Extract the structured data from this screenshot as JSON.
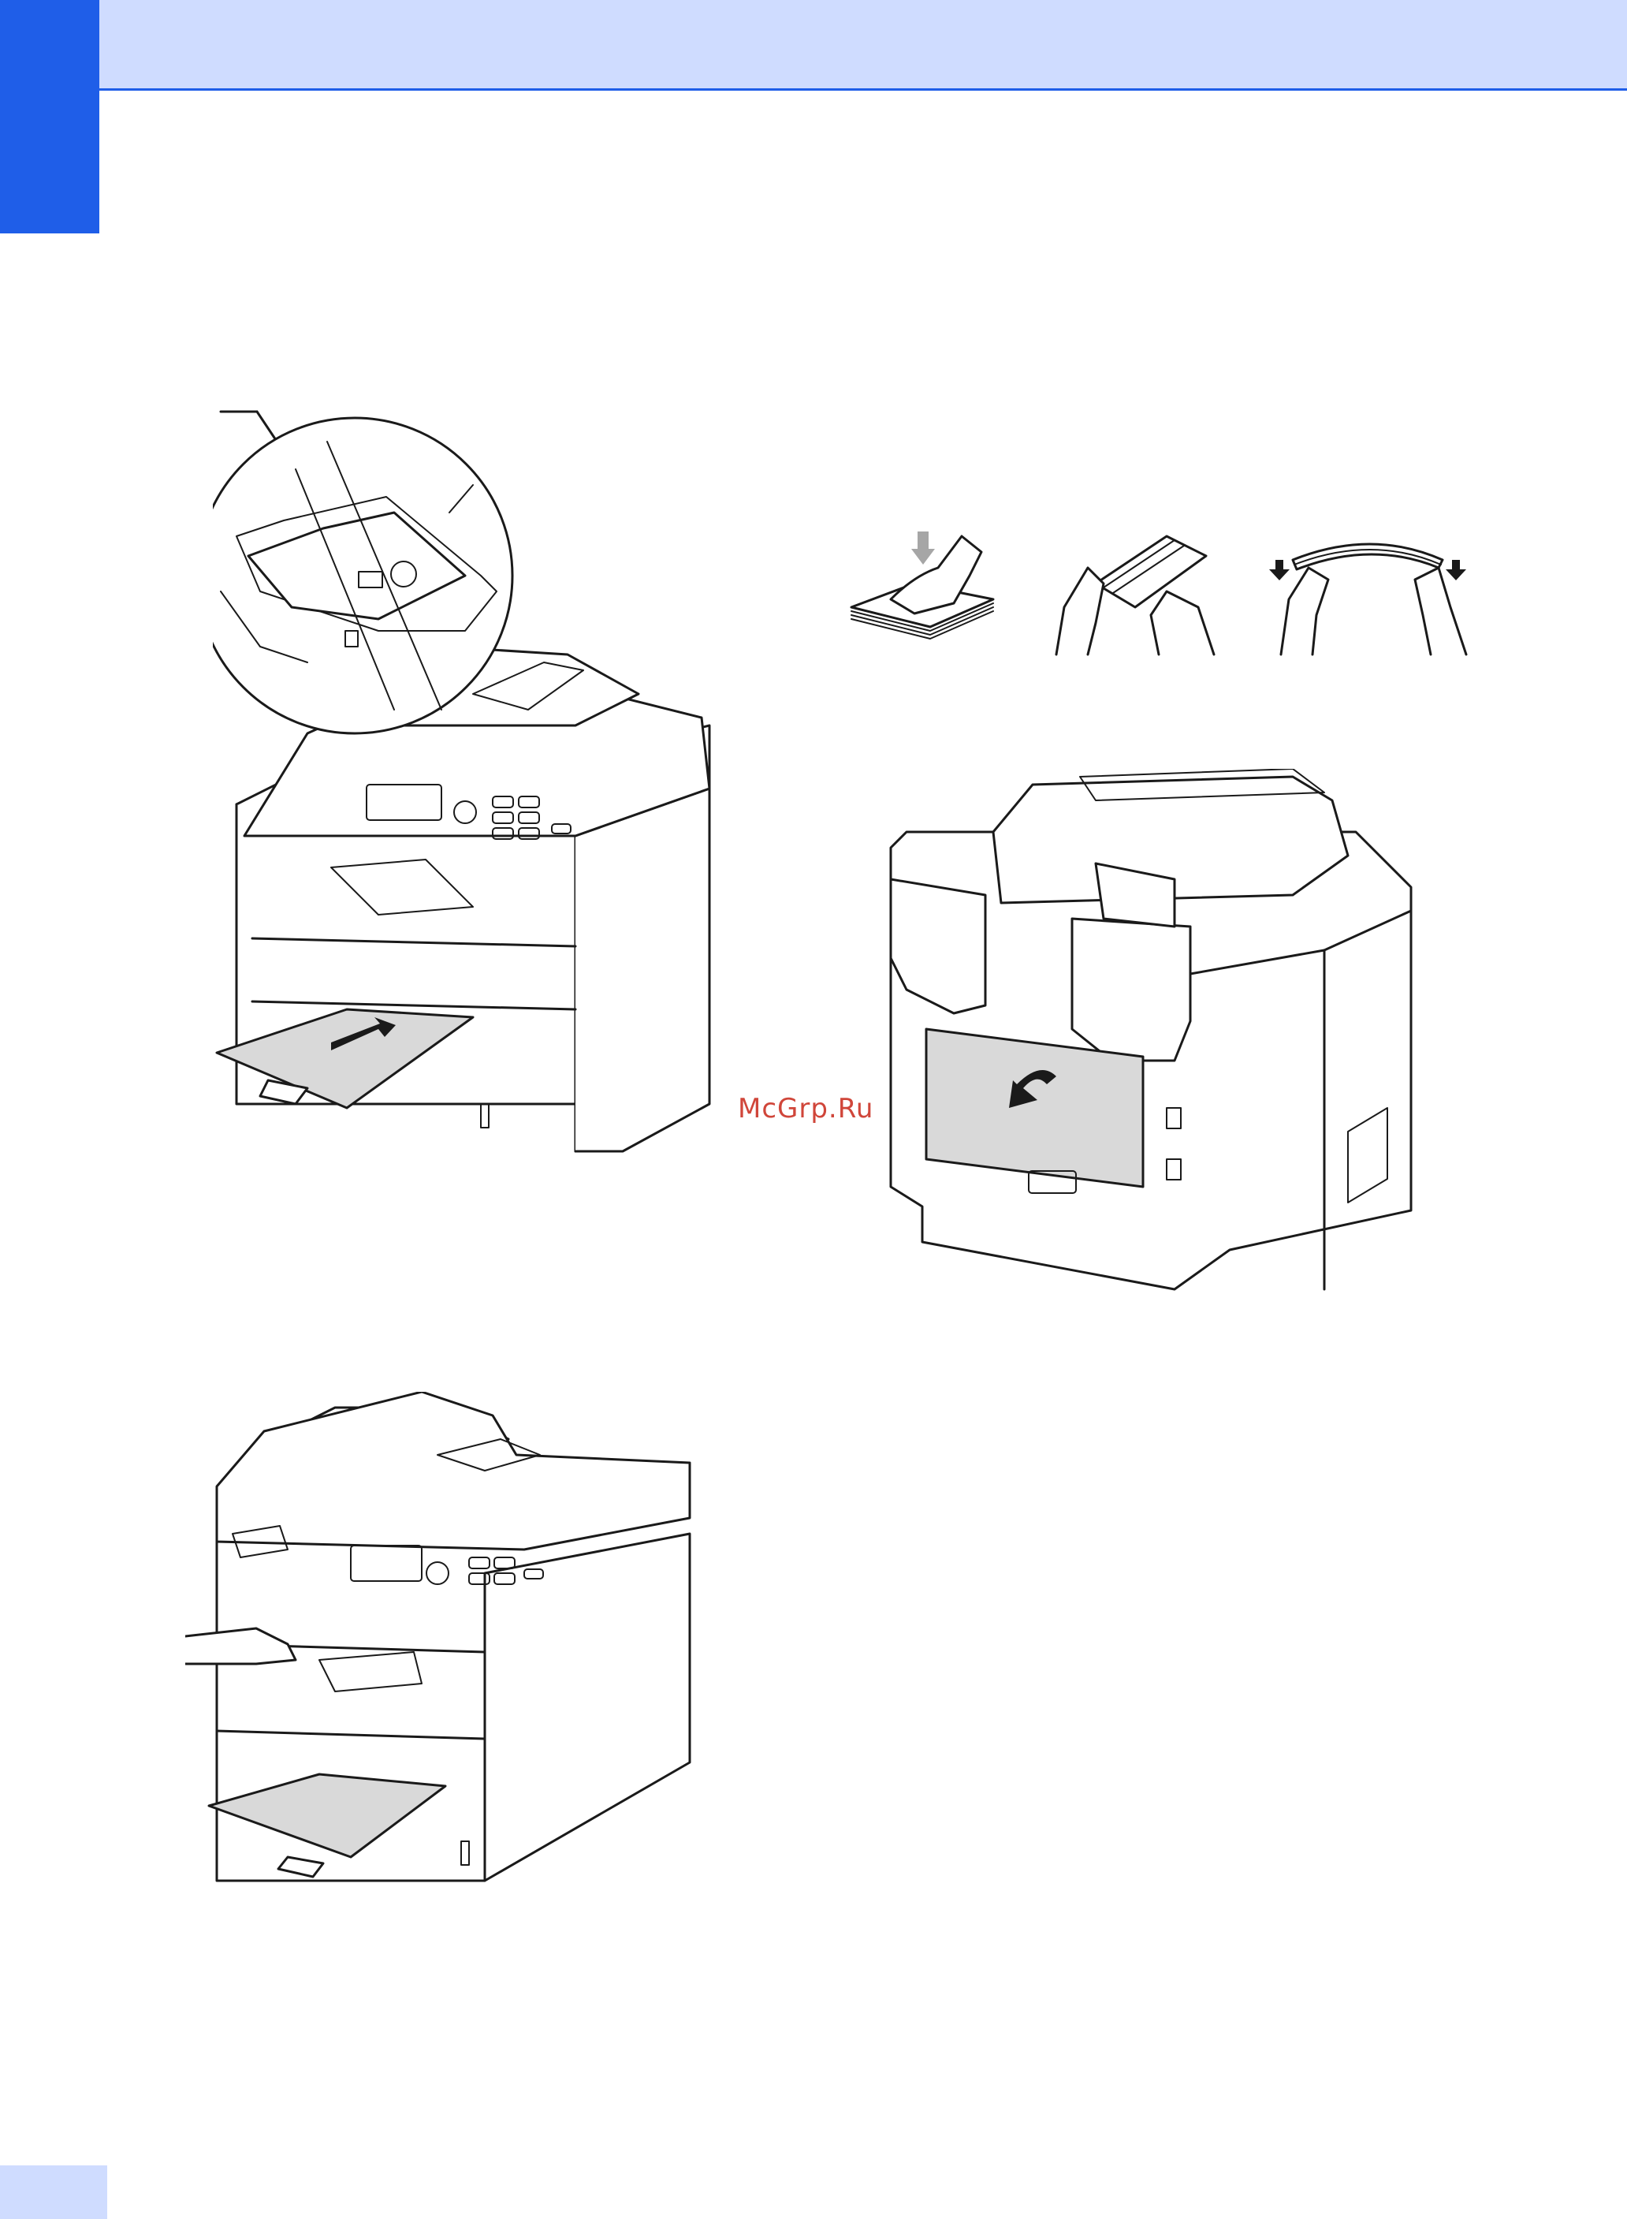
{
  "page": {
    "header_color": "#cfdcff",
    "accent_color": "#1f5ee8",
    "watermark": "McGrp.Ru",
    "watermark_color": "#d0463a"
  },
  "figures": [
    {
      "id": "fig1",
      "icon": "printer-front-mp-tray-zoom-illustration"
    },
    {
      "id": "fig2",
      "icon": "envelope-stack-preparation-illustration"
    },
    {
      "id": "fig3",
      "icon": "printer-back-cover-open-illustration"
    },
    {
      "id": "fig4",
      "icon": "printer-front-paper-feed-illustration"
    }
  ]
}
